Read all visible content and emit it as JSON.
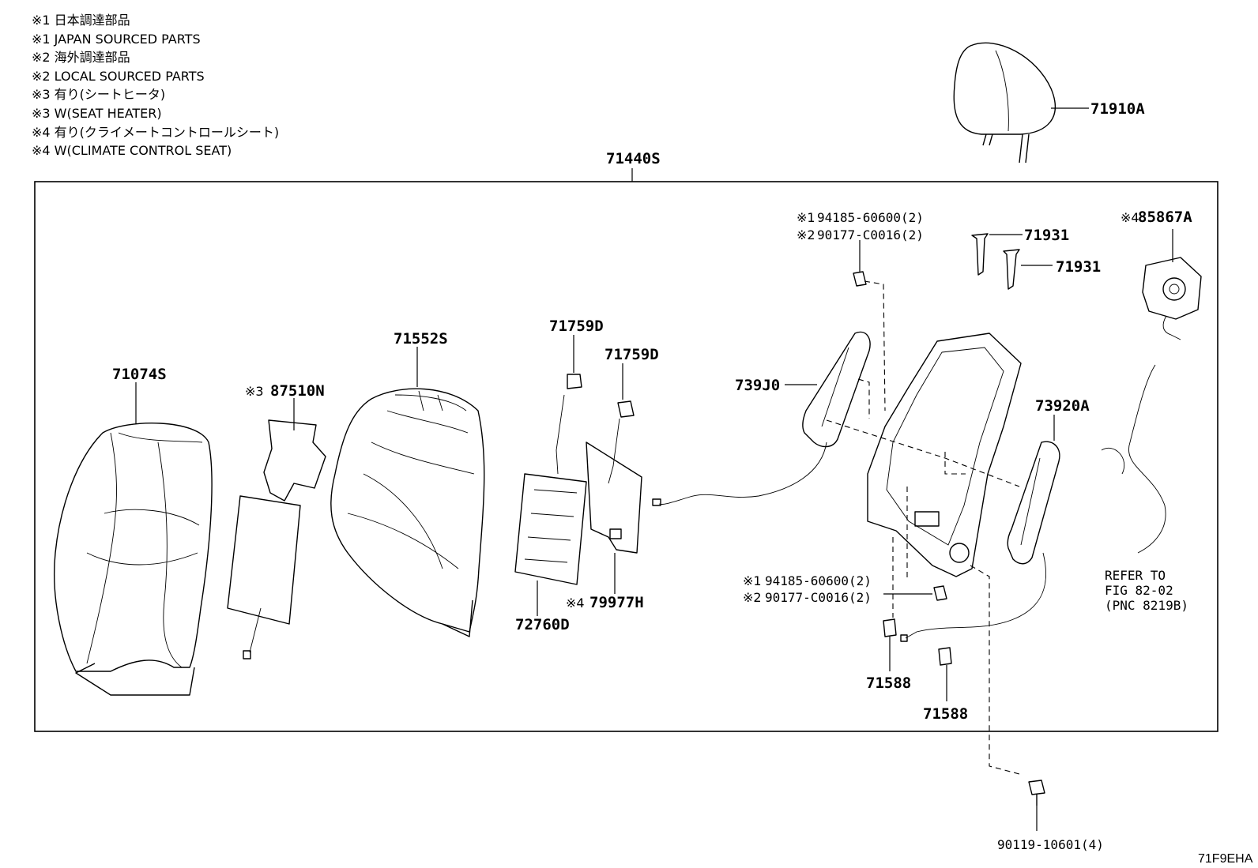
{
  "notes": [
    "※1 日本調達部品",
    "※1 JAPAN SOURCED PARTS",
    "※2 海外調達部品",
    "※2 LOCAL SOURCED PARTS",
    "※3 有り(シートヒータ)",
    "※3 W(SEAT HEATER)",
    "※4 有り(クライメートコントロールシート)",
    "※4 W(CLIMATE CONTROL SEAT)"
  ],
  "assembly_label": "71440S",
  "parts": {
    "headrest": "71910A",
    "cover_back": "71074S",
    "heater": "87510N",
    "heater_mark": "※3",
    "pad": "71552S",
    "clip_a": "71759D",
    "clip_b": "71759D",
    "lumbar": "72760D",
    "blower_plate": "79977H",
    "blower_plate_mark": "※4",
    "side_left": "739J0",
    "side_right": "73920A",
    "guide_a": "71931",
    "guide_b": "71931",
    "blower": "85867A",
    "blower_mark": "※4",
    "nut_top_1": "94185-60600(2)",
    "nut_top_1_mark": "※1",
    "nut_top_2": "90177-C0016(2)",
    "nut_top_2_mark": "※2",
    "nut_mid_1": "94185-60600(2)",
    "nut_mid_1_mark": "※1",
    "nut_mid_2": "90177-C0016(2)",
    "nut_mid_2_mark": "※2",
    "fastener_a": "71588",
    "fastener_b": "71588",
    "bolt": "90119-10601(4)"
  },
  "reference": {
    "line1": "REFER TO",
    "line2": "FIG 82-02",
    "line3": "(PNC 8219B)"
  },
  "figure_code": "71F9EHA"
}
